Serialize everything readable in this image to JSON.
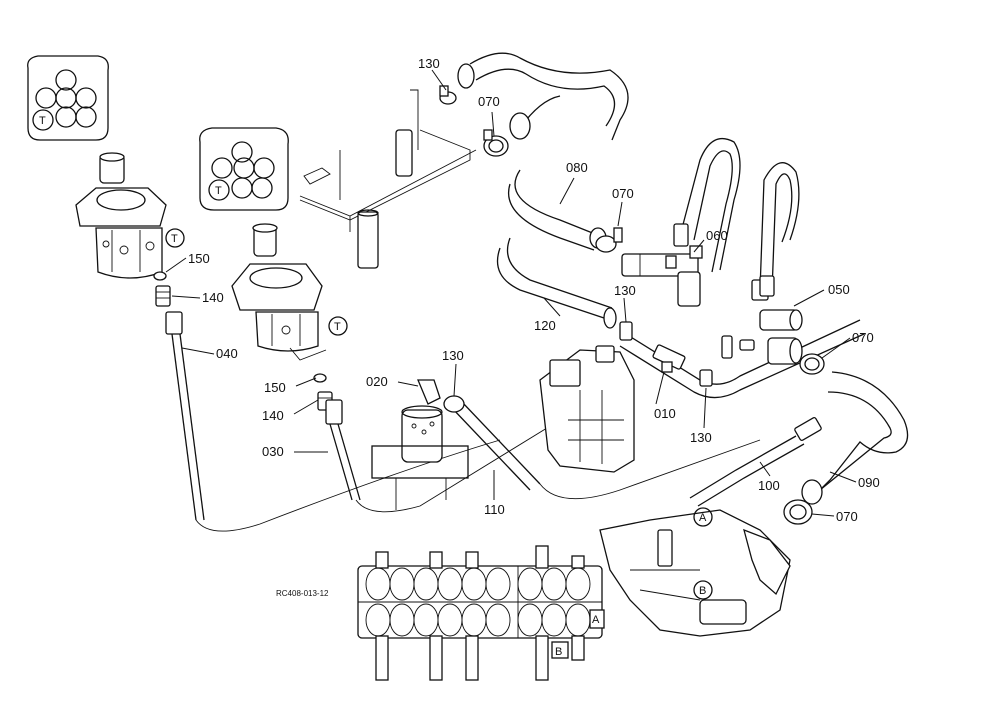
{
  "diagram_code": "RC408-013-12",
  "part_labels": {
    "p130_top": "130",
    "p070_top": "070",
    "p080": "080",
    "p070_mid": "070",
    "p060": "060",
    "p050": "050",
    "p070_right": "070",
    "p150_left": "150",
    "p140_left": "140",
    "p040": "040",
    "p130_mid": "130",
    "p120": "120",
    "p150_mid": "150",
    "p140_mid": "140",
    "p020": "020",
    "p130_center": "130",
    "p010": "010",
    "p130_low": "130",
    "p030": "030",
    "p110": "110",
    "p100": "100",
    "p090": "090",
    "p070_low": "070"
  },
  "port_markers": {
    "t_inset_left": "T",
    "t_inset_mid": "T",
    "t_port_left": "T",
    "t_port_mid": "T",
    "a_port_valve": "A",
    "b_port_valve": "B",
    "a_port_bank": "A",
    "b_port_bank": "B"
  }
}
